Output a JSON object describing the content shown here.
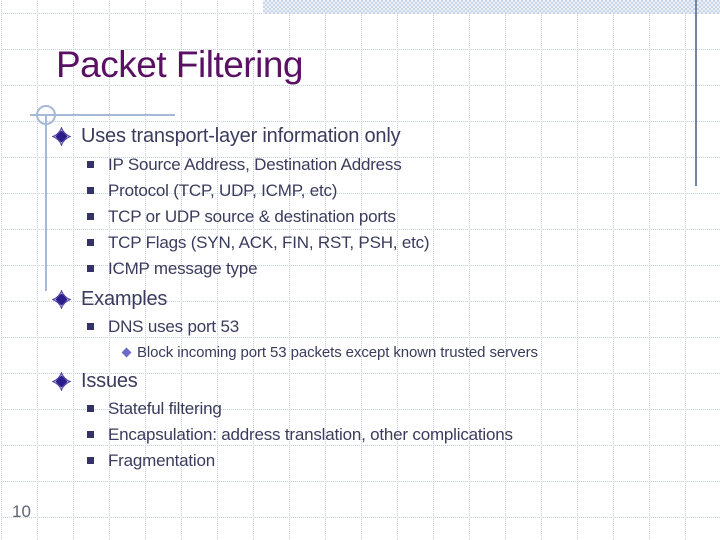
{
  "slide": {
    "title": "Packet Filtering",
    "page_number": "10",
    "sections": [
      {
        "heading": "Uses transport-layer information only",
        "items": [
          {
            "text": "IP Source Address, Destination Address"
          },
          {
            "text": "Protocol (TCP, UDP, ICMP, etc)"
          },
          {
            "text": "TCP or UDP source & destination ports"
          },
          {
            "text": "TCP Flags (SYN, ACK, FIN, RST, PSH, etc)"
          },
          {
            "text": "ICMP message type"
          }
        ]
      },
      {
        "heading": "Examples",
        "items": [
          {
            "text": "DNS uses port 53"
          }
        ],
        "subitems": [
          {
            "text": "Block incoming port 53 packets except known trusted servers"
          }
        ]
      },
      {
        "heading": "Issues",
        "items": [
          {
            "text": "Stateful filtering"
          },
          {
            "text": "Encapsulation: address translation, other complications"
          },
          {
            "text": "Fragmentation"
          }
        ]
      }
    ],
    "colors": {
      "title": "#5a1164",
      "body_text": "#3b3b5e",
      "diamond_bullet_fill": "#2c1d8c",
      "diamond_bullet_outline": "#4a3c9c",
      "square_bullet": "#333366",
      "small_diamond_bullet": "#6b6bc8",
      "right_accent_line": "#6f87a6",
      "guide_lines": "#a6b9d6",
      "grid_line": "#c6d0e0",
      "page_number": "#5f6474"
    }
  }
}
